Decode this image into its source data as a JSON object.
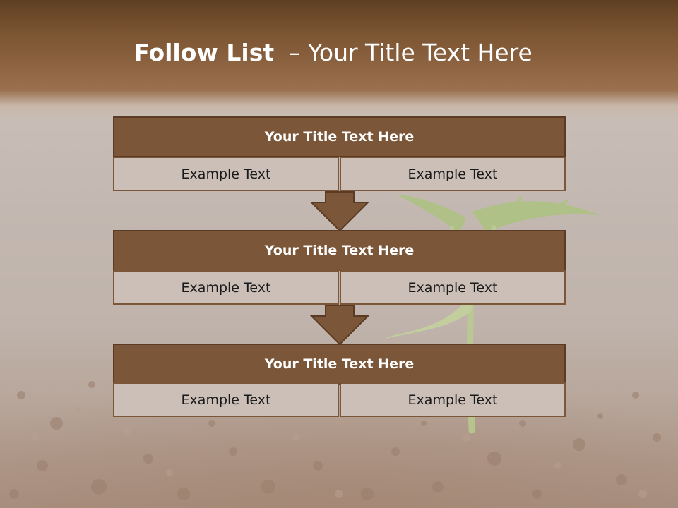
{
  "slide": {
    "title_bold": "Follow List",
    "title_rest": "– Your Title Text Here"
  },
  "steps": [
    {
      "title": "Your Title Text Here",
      "left": "Example Text",
      "right": "Example Text"
    },
    {
      "title": "Your Title Text Here",
      "left": "Example Text",
      "right": "Example Text"
    },
    {
      "title": "Your Title Text Here",
      "left": "Example Text",
      "right": "Example Text"
    }
  ],
  "colors": {
    "header_band": "#8e6441",
    "box_header": "#7c5638",
    "box_border": "#5b3b23",
    "cell_fill": "#cbbfb8",
    "sprout": "#a9c47a"
  },
  "icons": [
    "down-arrow-icon",
    "down-arrow-icon",
    "seedling-image"
  ]
}
